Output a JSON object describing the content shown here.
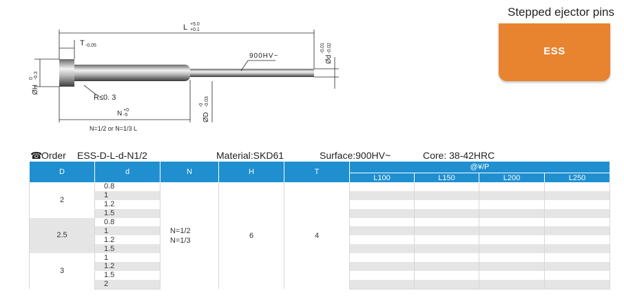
{
  "header": {
    "title": "Stepped ejector pins",
    "tab_label": "ESS"
  },
  "diagram": {
    "L_label": "L",
    "L_tol_upper": "+5.0",
    "L_tol_lower": "+0.1",
    "T_label": "T",
    "T_tol": "-0.05",
    "hardness": "900HV~",
    "d_label": "Ød",
    "d_tol_upper": "-0.01",
    "d_tol_lower": "-0.02",
    "H_label": "ØH",
    "H_tol_upper": "0",
    "H_tol_lower": "-0.3",
    "R_label": "R≤0. 3",
    "N_label": "N",
    "N_tol_upper": "+0",
    "N_tol_lower": "-5",
    "D_label": "ØD",
    "D_tol_upper": "-0",
    "D_tol_lower": "-0.03",
    "N_note": "N=1/2 or N=1/3 L"
  },
  "order": {
    "order_label": "Order",
    "code": "ESS-D-L-d-N1/2",
    "material": "Material:SKD61",
    "surface": "Surface:900HV~",
    "core": "Core: 38-42HRC"
  },
  "table": {
    "headers": {
      "D": "D",
      "d": "d",
      "N": "N",
      "H": "H",
      "T": "T",
      "price_group": "@¥/P",
      "L100": "L100",
      "L150": "L150",
      "L200": "L200",
      "L250": "L250"
    },
    "groups": [
      {
        "D": "2",
        "d_values": [
          "0.8",
          "1",
          "1.2",
          "1.5"
        ]
      },
      {
        "D": "2.5",
        "d_values": [
          "0.8",
          "1",
          "1.2",
          "1.5"
        ]
      },
      {
        "D": "3",
        "d_values": [
          "1",
          "1.2",
          "1.5",
          "2"
        ]
      }
    ],
    "N_values": [
      "N=1/2",
      "N=1/3"
    ],
    "H_value": "6",
    "T_value": "4"
  },
  "colors": {
    "header_blue": "#1f8fd0",
    "tab_orange": "#e8832f",
    "row_shade": "#e5e5e5"
  }
}
